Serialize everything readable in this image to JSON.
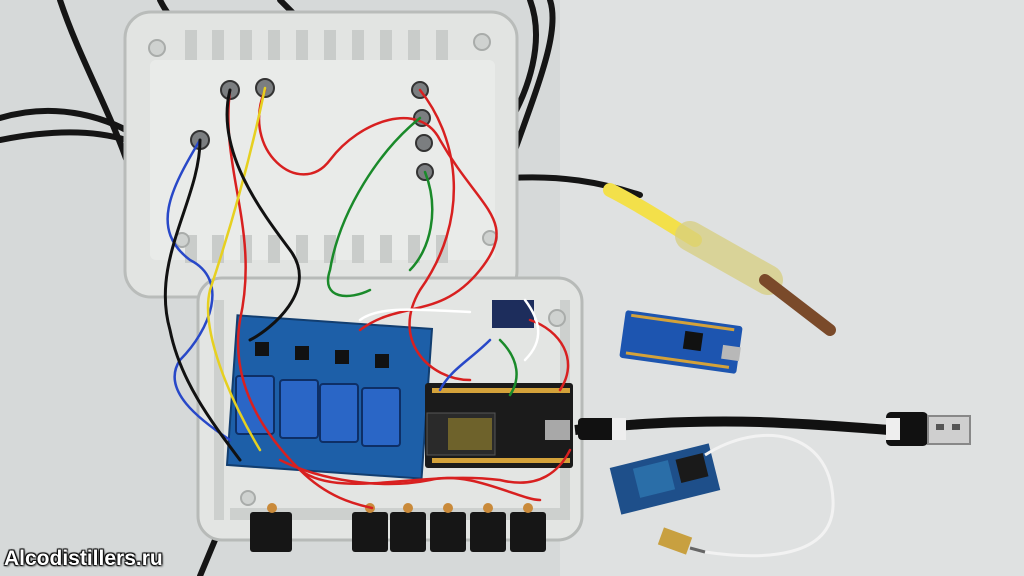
{
  "watermark": {
    "text": "Alcodistillers.ru"
  },
  "colors": {
    "background": "#d9dcdc",
    "enclosure": "#e4e6e4",
    "relay_board": "#1d5fa8",
    "relay": "#2a66c6",
    "mcu_board": "#1b1b1b",
    "nano_board": "#1d55b0",
    "bt_board": "#1e4f8a",
    "wire_red": "#d82020",
    "wire_green": "#1a8a2a",
    "wire_blue": "#2848c8",
    "wire_yellow": "#e6d020",
    "sensor_sleeve": "#f3e04a",
    "probe": "#7a4a2a"
  },
  "objects": [
    "enclosure-lid",
    "enclosure-base",
    "relay-module",
    "nodemcu-board",
    "arduino-nano",
    "bluetooth-module",
    "temperature-probe",
    "usb-cable",
    "antenna-connector",
    "dc-jacks"
  ]
}
